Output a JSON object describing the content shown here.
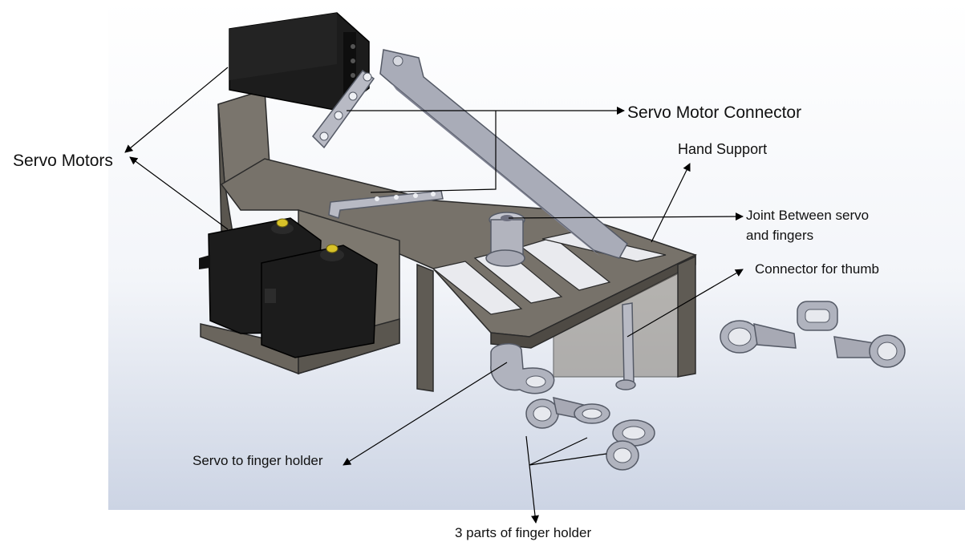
{
  "labels": {
    "servo_motors": "Servo Motors",
    "servo_motor_connector": "Servo Motor Connector",
    "hand_support": "Hand Support",
    "joint_line1": "Joint Between servo",
    "joint_line2": "and fingers",
    "connector_for_thumb": "Connector for thumb",
    "servo_to_finger_holder": "Servo to finger holder",
    "three_parts_of_finger_holder": "3 parts of finger holder"
  },
  "colors": {
    "background_top": "#ffffff",
    "background_bottom": "#cfd6e6",
    "base_plate": "#6f6a62",
    "base_plate_dark": "#4e4a44",
    "servo_body": "#1c1c1c",
    "servo_dark": "#0c0c0c",
    "servo_horn": "#d8c229",
    "gray_part": "#b8bac4",
    "gray_part_dark": "#6e7080",
    "arrow": "#000000"
  }
}
